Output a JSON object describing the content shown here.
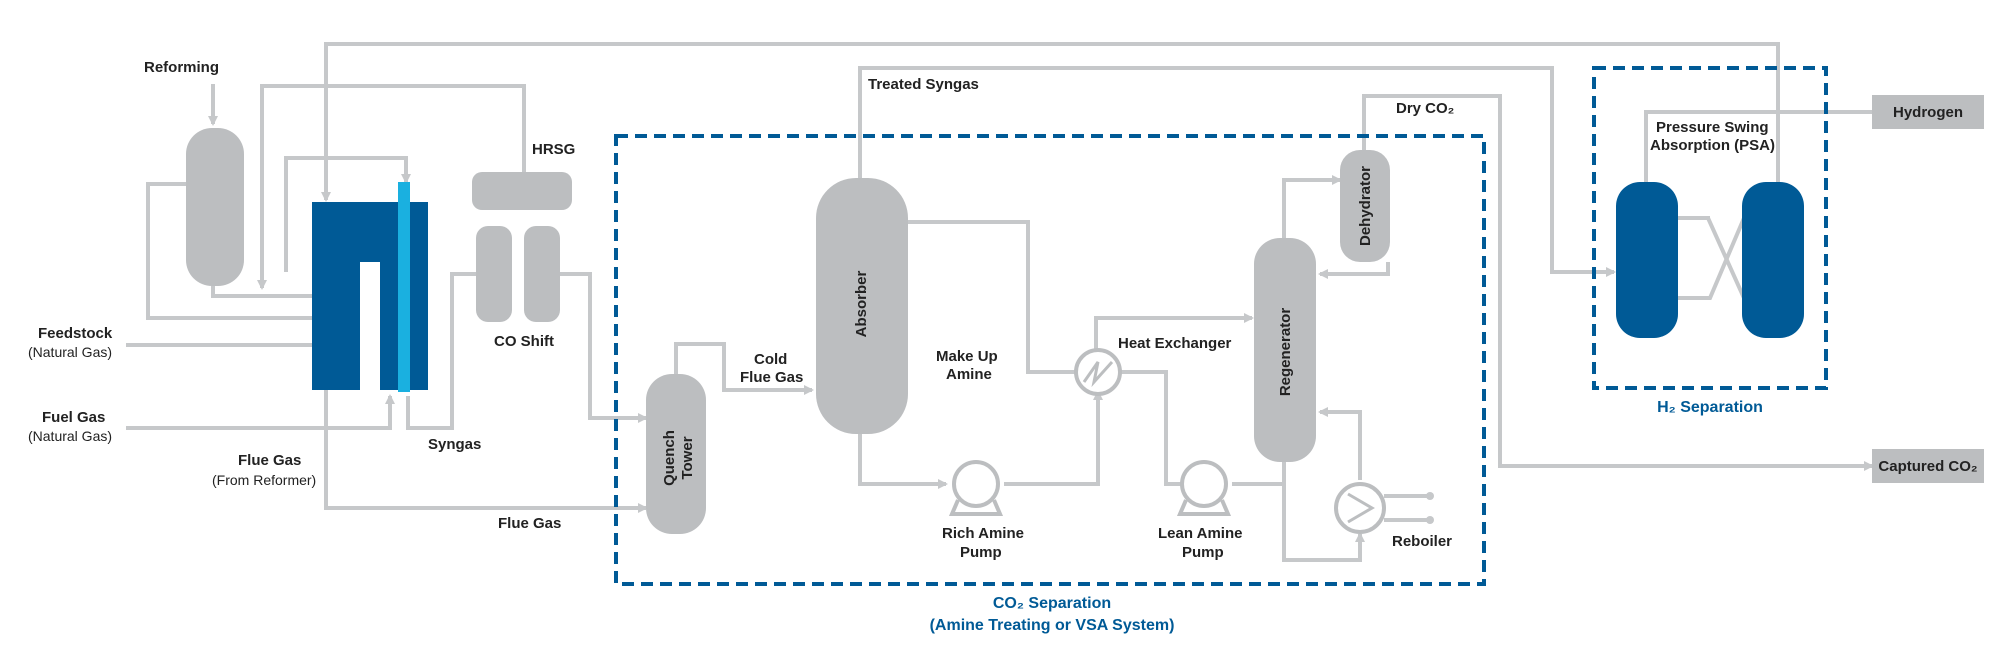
{
  "labels": {
    "reforming": "Reforming",
    "hrsg": "HRSG",
    "co_shift": "CO Shift",
    "feedstock": "Feedstock",
    "feedstock_sub": "(Natural Gas)",
    "fuel_gas": "Fuel Gas",
    "fuel_gas_sub": "(Natural Gas)",
    "flue_gas_reformer": "Flue Gas",
    "flue_gas_reformer_sub": "(From Reformer)",
    "syngas": "Syngas",
    "flue_gas": "Flue Gas",
    "quench_tower_1": "Quench",
    "quench_tower_2": "Tower",
    "cold_flue_gas_1": "Cold",
    "cold_flue_gas_2": "Flue Gas",
    "treated_syngas": "Treated Syngas",
    "absorber": "Absorber",
    "make_up_amine_1": "Make Up",
    "make_up_amine_2": "Amine",
    "heat_exchanger": "Heat Exchanger",
    "rich_amine_pump_1": "Rich Amine",
    "rich_amine_pump_2": "Pump",
    "lean_amine_pump_1": "Lean Amine",
    "lean_amine_pump_2": "Pump",
    "regenerator": "Regenerator",
    "dehydrator": "Dehydrator",
    "dry_co2": "Dry CO₂",
    "reboiler": "Reboiler",
    "psa_1": "Pressure Swing",
    "psa_2": "Absorption (PSA)",
    "hydrogen": "Hydrogen",
    "captured_co2": "Captured CO₂",
    "h2_separation": "H₂ Separation",
    "co2_separation_1": "CO₂ Separation",
    "co2_separation_2": "(Amine Treating or VSA System)"
  },
  "colors": {
    "pipe": "#c6c8ca",
    "vessel": "#bcbec0",
    "vessel_dark": "#005a96",
    "accent": "#1ab0e0",
    "boundary": "#005a96"
  }
}
